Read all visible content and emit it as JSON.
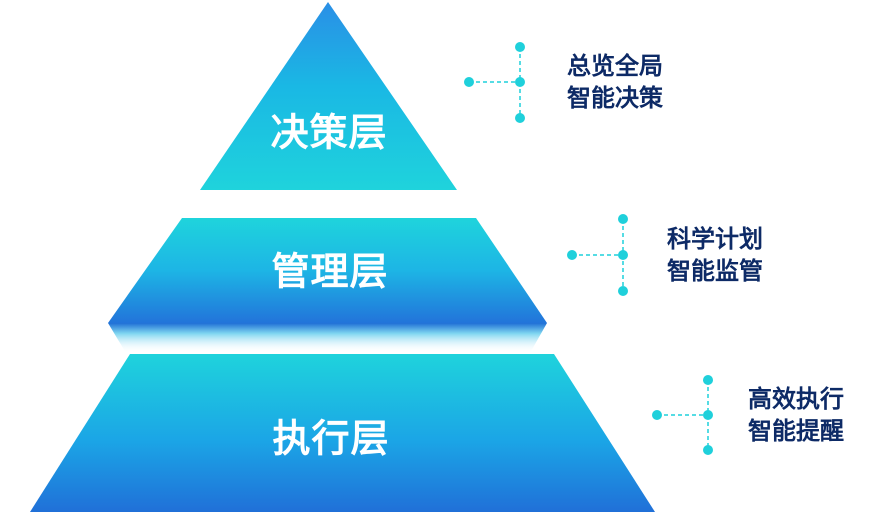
{
  "layers": [
    {
      "name": "决策层",
      "descriptions": [
        "总览全局",
        "智能决策"
      ]
    },
    {
      "name": "管理层",
      "descriptions": [
        "科学计划",
        "智能监管"
      ]
    },
    {
      "name": "执行层",
      "descriptions": [
        "高效执行",
        "智能提醒"
      ]
    }
  ],
  "colors": {
    "top": "#1aa3e8",
    "bottom": "#1ed1de",
    "band_dark": "#1b6fd3",
    "band_light": "#25c6e2",
    "connector": "#1fd0db",
    "text": "#0d2a66"
  }
}
